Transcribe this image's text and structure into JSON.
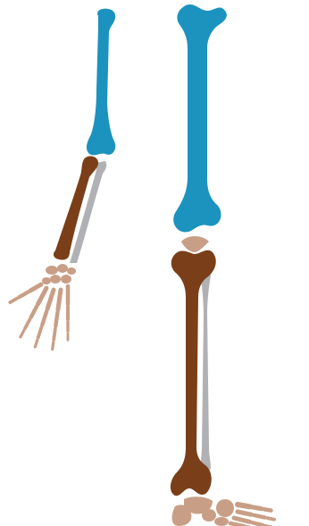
{
  "diagram": {
    "subject": "arm-and-leg-bones",
    "colors": {
      "upper_bone": "#1b93be",
      "lower_main_bone": "#7a3f18",
      "lower_secondary_bone": "#b0b1b5",
      "small_bones": "#c89f86",
      "background": "#ffffff"
    },
    "arm": {
      "bones": [
        "humerus",
        "radius",
        "ulna",
        "carpals",
        "metacarpals",
        "phalanges"
      ]
    },
    "leg": {
      "bones": [
        "femur",
        "patella",
        "tibia",
        "fibula",
        "tarsals",
        "metatarsals",
        "toe-phalanges"
      ]
    }
  }
}
